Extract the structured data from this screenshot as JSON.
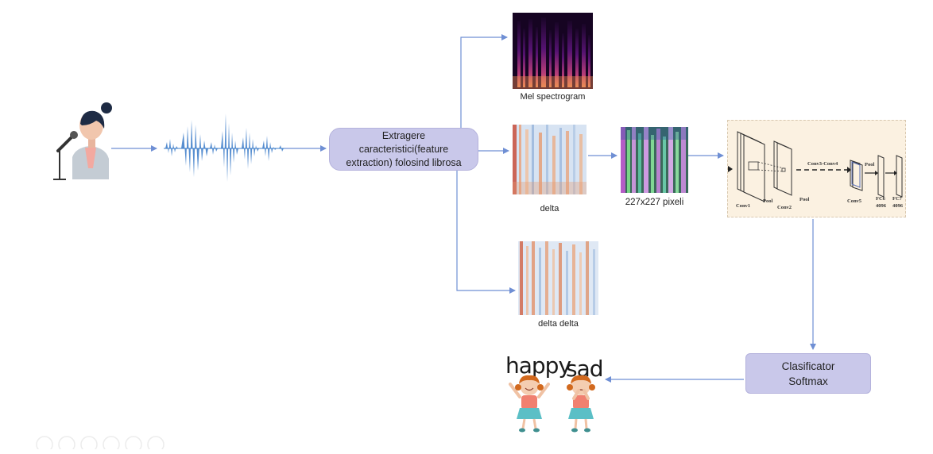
{
  "diagram": {
    "process_box": "Extragere caracteristici(feature extraction) folosind librosa",
    "classifier_box": {
      "line1": "Clasificator",
      "line2": "Softmax"
    },
    "captions": {
      "mel": "Mel spectrogram",
      "delta": "delta",
      "delta_delta": "delta delta",
      "resized": "227x227 pixeli"
    },
    "cnn_labels": {
      "conv1": "Conv1",
      "pool1": "Pool",
      "conv2": "Conv2",
      "pool2": "Pool",
      "conv3_4": "Conv3-Conv4",
      "conv5": "Conv5",
      "pool3": "Pool",
      "fc6": "FC6",
      "fc6_units": "4096",
      "fc7": "FC7",
      "fc7_units": "4096"
    },
    "emotion_labels": {
      "happy": "happy",
      "sad": "sad"
    },
    "colors": {
      "arrow": "#6f8fd4",
      "box_fill": "#c9c8ea",
      "waveform": "#3a7bc8",
      "cnn_panel": "#fbf1e1"
    }
  }
}
